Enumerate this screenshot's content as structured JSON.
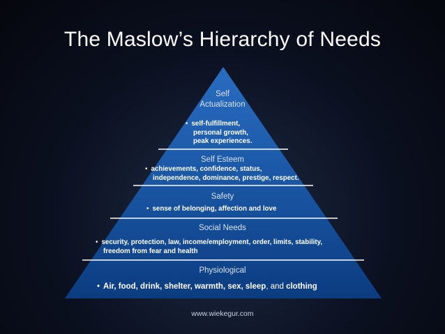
{
  "title": "The Maslow’s Hierarchy of Needs",
  "levels": [
    {
      "label_line1": "Self",
      "label_line2": "Actualization",
      "bullet_lines": [
        "self-fulfillment,",
        "personal growth,",
        "peak experiences."
      ]
    },
    {
      "label": "Self Esteem",
      "bullet_lines": [
        "achievements, confidence, status,",
        "independence, dominance, prestige, respect."
      ]
    },
    {
      "label": "Safety",
      "bullet_lines": [
        "sense of belonging, affection and love"
      ]
    },
    {
      "label": "Social Needs",
      "bullet_lines": [
        "security, protection, law, income/employment, order, limits, stability,",
        "freedom from fear and health"
      ]
    },
    {
      "label": "Physiological",
      "bullet_lines": [
        "Air, food, drink, shelter, warmth, sex, sleep"
      ],
      "bullet_tail_and": ", and ",
      "bullet_tail_word": "clothing"
    }
  ],
  "footer": "www.wiekegur.com",
  "colors": {
    "pyramid_top": "#1f5fae",
    "pyramid_bottom": "#0b3a7d",
    "divider": "#ffffff"
  }
}
